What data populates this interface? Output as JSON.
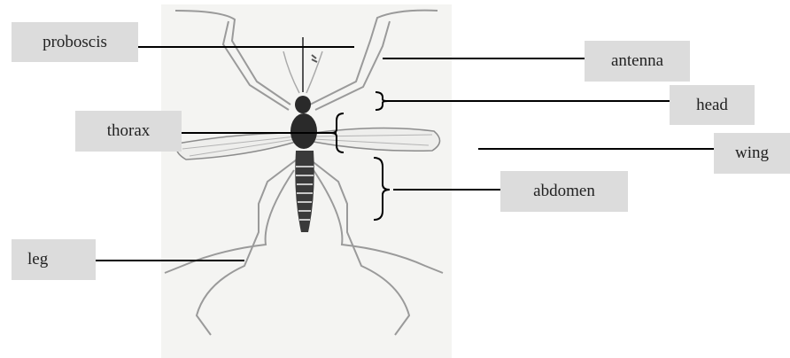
{
  "labels": {
    "proboscis": "proboscis",
    "antenna": "antenna",
    "head": "head",
    "thorax": "thorax",
    "wing": "wing",
    "abdomen": "abdomen",
    "leg": "leg"
  },
  "colors": {
    "label_background": "#dcdcdc",
    "line": "#000000",
    "illustration_background": "#f4f4f2",
    "body": "#2a2a2a",
    "outline": "#9a9a9a"
  }
}
